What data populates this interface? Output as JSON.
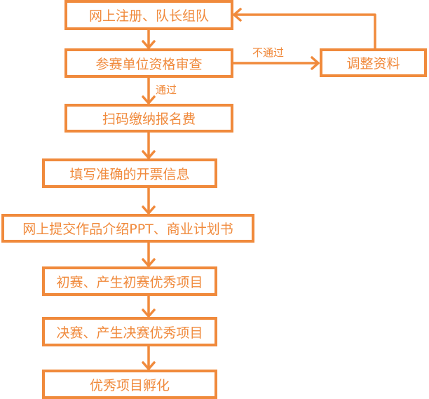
{
  "colors": {
    "accent": "#f08a3c"
  },
  "steps": [
    {
      "id": "register",
      "label": "网上注册、队长组队"
    },
    {
      "id": "review",
      "label": "参赛单位资格审查"
    },
    {
      "id": "pay",
      "label": "扫码缴纳报名费"
    },
    {
      "id": "invoice",
      "label": "填写准确的开票信息"
    },
    {
      "id": "submit",
      "label": "网上提交作品介绍PPT、商业计划书"
    },
    {
      "id": "prelim",
      "label": "初赛、产生初赛优秀项目"
    },
    {
      "id": "final",
      "label": "决赛、产生决赛优秀项目"
    },
    {
      "id": "incubate",
      "label": "优秀项目孵化"
    }
  ],
  "side_step": {
    "id": "adjust",
    "label": "调整资料"
  },
  "edge_labels": {
    "fail": "不通过",
    "pass": "通过"
  }
}
